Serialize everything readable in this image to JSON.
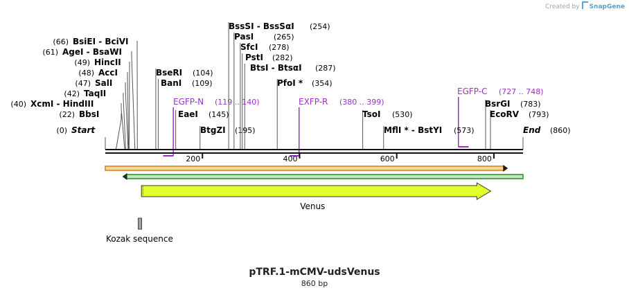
{
  "credit": {
    "prefix": "Created by",
    "brand": "SnapGene"
  },
  "plasmid": {
    "name": "pTRF.1-mCMV-udsVenus",
    "length": "860 bp",
    "total_bp": 860
  },
  "colors": {
    "primer": "#9b30c8",
    "feature_fill": "#e4ff2a",
    "orange_arrow": "#e07a10",
    "green_arrow": "#2a8a2a",
    "kozak": "#a0a0a8"
  },
  "sites": [
    {
      "id": "start",
      "pos": 0,
      "name": "Start",
      "num": "(0)",
      "italic": true,
      "numSide": "left"
    },
    {
      "id": "bbsi",
      "pos": 22,
      "name": "BbsI",
      "num": "(22)",
      "numSide": "left"
    },
    {
      "id": "xcmi",
      "pos": 40,
      "name": "XcmI  - HindIII",
      "num": "(40)",
      "numSide": "left"
    },
    {
      "id": "taqii",
      "pos": 42,
      "name": "TaqII",
      "num": "(42)",
      "numSide": "left"
    },
    {
      "id": "sali",
      "pos": 47,
      "name": "SalI",
      "num": "(47)",
      "numSide": "left"
    },
    {
      "id": "acci",
      "pos": 48,
      "name": "AccI",
      "num": "(48)",
      "numSide": "left"
    },
    {
      "id": "hincii",
      "pos": 49,
      "name": "HincII",
      "num": "(49)",
      "numSide": "left"
    },
    {
      "id": "agei",
      "pos": 61,
      "name": "AgeI  - BsaWI",
      "num": "(61)",
      "numSide": "left"
    },
    {
      "id": "bsiei",
      "pos": 66,
      "name": "BsiEI  - BciVI",
      "num": "(66)",
      "numSide": "left"
    },
    {
      "id": "bseri",
      "pos": 104,
      "name": "BseRI",
      "num": "(104)",
      "numSide": "right"
    },
    {
      "id": "bani",
      "pos": 109,
      "name": "BanI",
      "num": "(109)",
      "numSide": "right"
    },
    {
      "id": "eaei",
      "pos": 145,
      "name": "EaeI",
      "num": "(145)",
      "numSide": "right"
    },
    {
      "id": "btgzi",
      "pos": 195,
      "name": "BtgZI",
      "num": "(195)",
      "numSide": "right"
    },
    {
      "id": "bsssi",
      "pos": 254,
      "name": "BssSI  - BssSαI",
      "num": "(254)",
      "numSide": "right"
    },
    {
      "id": "pasi",
      "pos": 265,
      "name": "PasI",
      "num": "(265)",
      "numSide": "right"
    },
    {
      "id": "sfci",
      "pos": 278,
      "name": "SfcI",
      "num": "(278)",
      "numSide": "right"
    },
    {
      "id": "psti",
      "pos": 282,
      "name": "PstI",
      "num": "(282)",
      "numSide": "right"
    },
    {
      "id": "btsi",
      "pos": 287,
      "name": "BtsI  - BtsαI",
      "num": "(287)",
      "numSide": "right"
    },
    {
      "id": "pfoi",
      "pos": 354,
      "name": "PfoI *",
      "num": "(354)",
      "numSide": "right"
    },
    {
      "id": "tsoi",
      "pos": 530,
      "name": "TsoI",
      "num": "(530)",
      "numSide": "right"
    },
    {
      "id": "mfli",
      "pos": 573,
      "name": "MflI *  - BstYI",
      "num": "(573)",
      "numSide": "right"
    },
    {
      "id": "bsrgi",
      "pos": 783,
      "name": "BsrGI",
      "num": "(783)",
      "numSide": "right"
    },
    {
      "id": "ecorv",
      "pos": 793,
      "name": "EcoRV",
      "num": "(793)",
      "numSide": "right"
    },
    {
      "id": "end",
      "pos": 860,
      "name": "End",
      "num": "(860)",
      "italic": true,
      "numSide": "right"
    }
  ],
  "primers": [
    {
      "id": "egfp-n",
      "name": "EGFP-N",
      "range": "(119 .. 140)",
      "start": 119,
      "end": 140,
      "dir": "forward"
    },
    {
      "id": "exfp-r",
      "name": "EXFP-R",
      "range": "(380 .. 399)",
      "start": 380,
      "end": 399,
      "dir": "reverse"
    },
    {
      "id": "egfp-c",
      "name": "EGFP-C",
      "range": "(727 .. 748)",
      "start": 727,
      "end": 748,
      "dir": "forward"
    }
  ],
  "ticks": [
    {
      "value": 200,
      "label": "200"
    },
    {
      "value": 400,
      "label": "400"
    },
    {
      "value": 600,
      "label": "600"
    },
    {
      "value": 800,
      "label": "800"
    }
  ],
  "features": [
    {
      "id": "orange-arrow",
      "start": 0,
      "end": 829,
      "dir": "forward"
    },
    {
      "id": "green-arrow",
      "start": 35,
      "end": 860,
      "dir": "reverse"
    },
    {
      "id": "venus",
      "name": "Venus",
      "start": 73,
      "end": 792,
      "dir": "forward"
    },
    {
      "id": "kozak",
      "name": "Kozak sequence",
      "start": 67,
      "end": 72
    }
  ]
}
